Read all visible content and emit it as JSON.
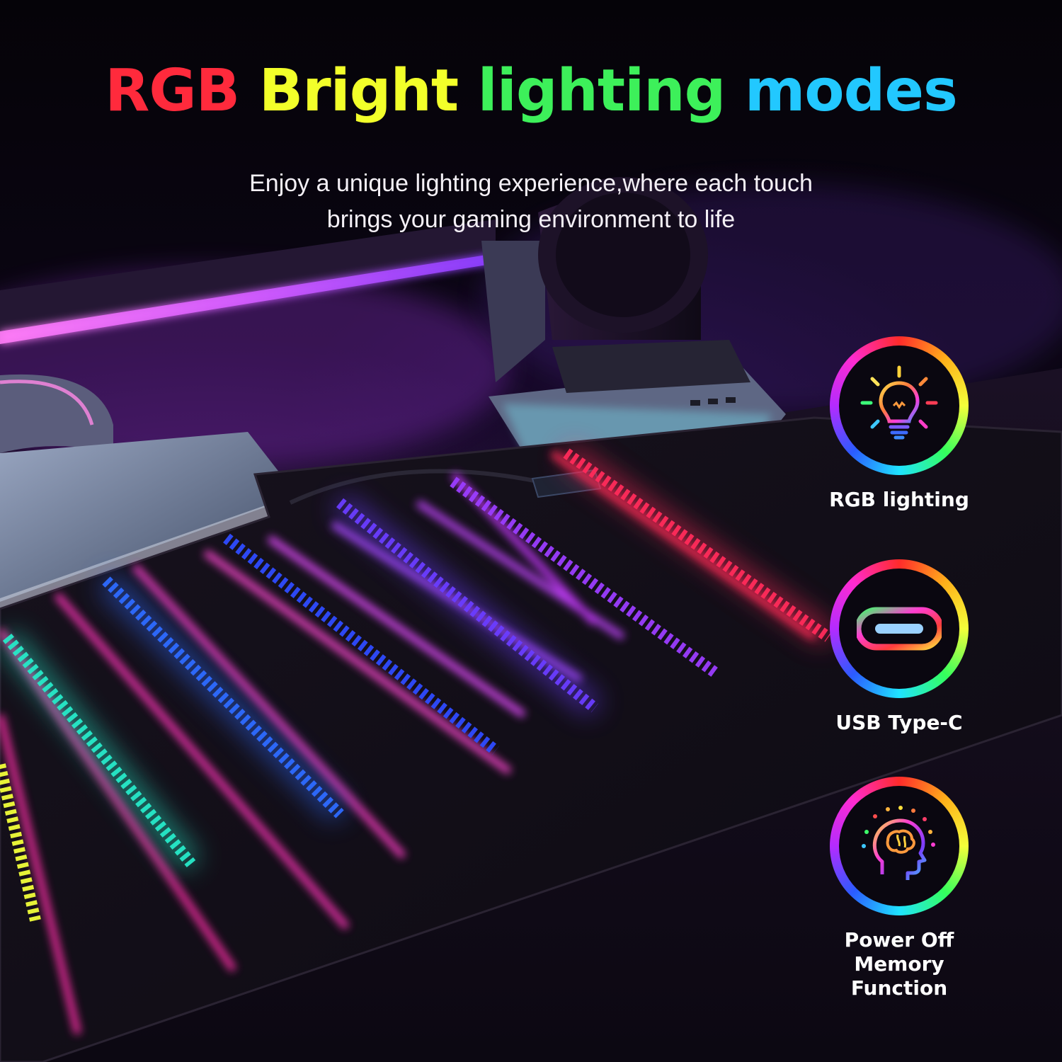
{
  "headline": {
    "words": [
      {
        "text": "RGB",
        "color": "#ff2a3c"
      },
      {
        "text": "Bright",
        "color": "#f2ff2a"
      },
      {
        "text": "lighting",
        "color": "#3df05a"
      },
      {
        "text": "modes",
        "color": "#22c8ff"
      }
    ]
  },
  "subtitle": {
    "line1": "Enjoy a unique lighting experience,where each touch",
    "line2": "brings your gaming environment to life"
  },
  "features": [
    {
      "label": "RGB lighting",
      "icon": "light-bulb-icon"
    },
    {
      "label": "USB Type-C",
      "icon": "usb-c-port-icon"
    },
    {
      "label_lines": [
        "Power Off",
        "Memory",
        "Function"
      ],
      "icon": "brain-head-icon"
    }
  ],
  "colors": {
    "rgb_red": "#ff2b2b",
    "rgb_yellow": "#f4ff3a",
    "rgb_green": "#34ff5c",
    "rgb_cyan": "#1fe3ff",
    "rgb_blue": "#2b5bff",
    "rgb_purple": "#b42bff",
    "rgb_pink": "#ff2bd0",
    "background": "#07040c"
  }
}
